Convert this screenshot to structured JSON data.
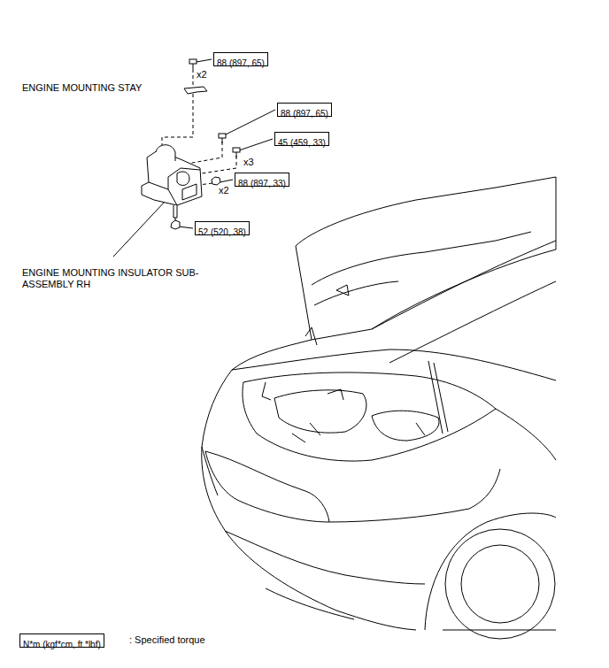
{
  "diagram": {
    "nodes": [
      {
        "text": [
          "88 (897, 65)"
        ]
      },
      {
        "text": [
          "88 (897, 65)"
        ]
      },
      {
        "text": [
          "45 (459, 33)"
        ]
      },
      {
        "text": [
          "88 (897, 33)"
        ]
      },
      {
        "text": [
          "52 (520, 38)"
        ]
      },
      {
        "text": [
          "N*m (kgf*cm, ft.*lbf)"
        ]
      }
    ],
    "labels": [
      "x2",
      "ENGINE MOUNTING STAY",
      "x3",
      "x2",
      "ENGINE MOUNTING INSULATOR SUB-ASSEMBLY RH",
      ": Specified torque"
    ]
  }
}
